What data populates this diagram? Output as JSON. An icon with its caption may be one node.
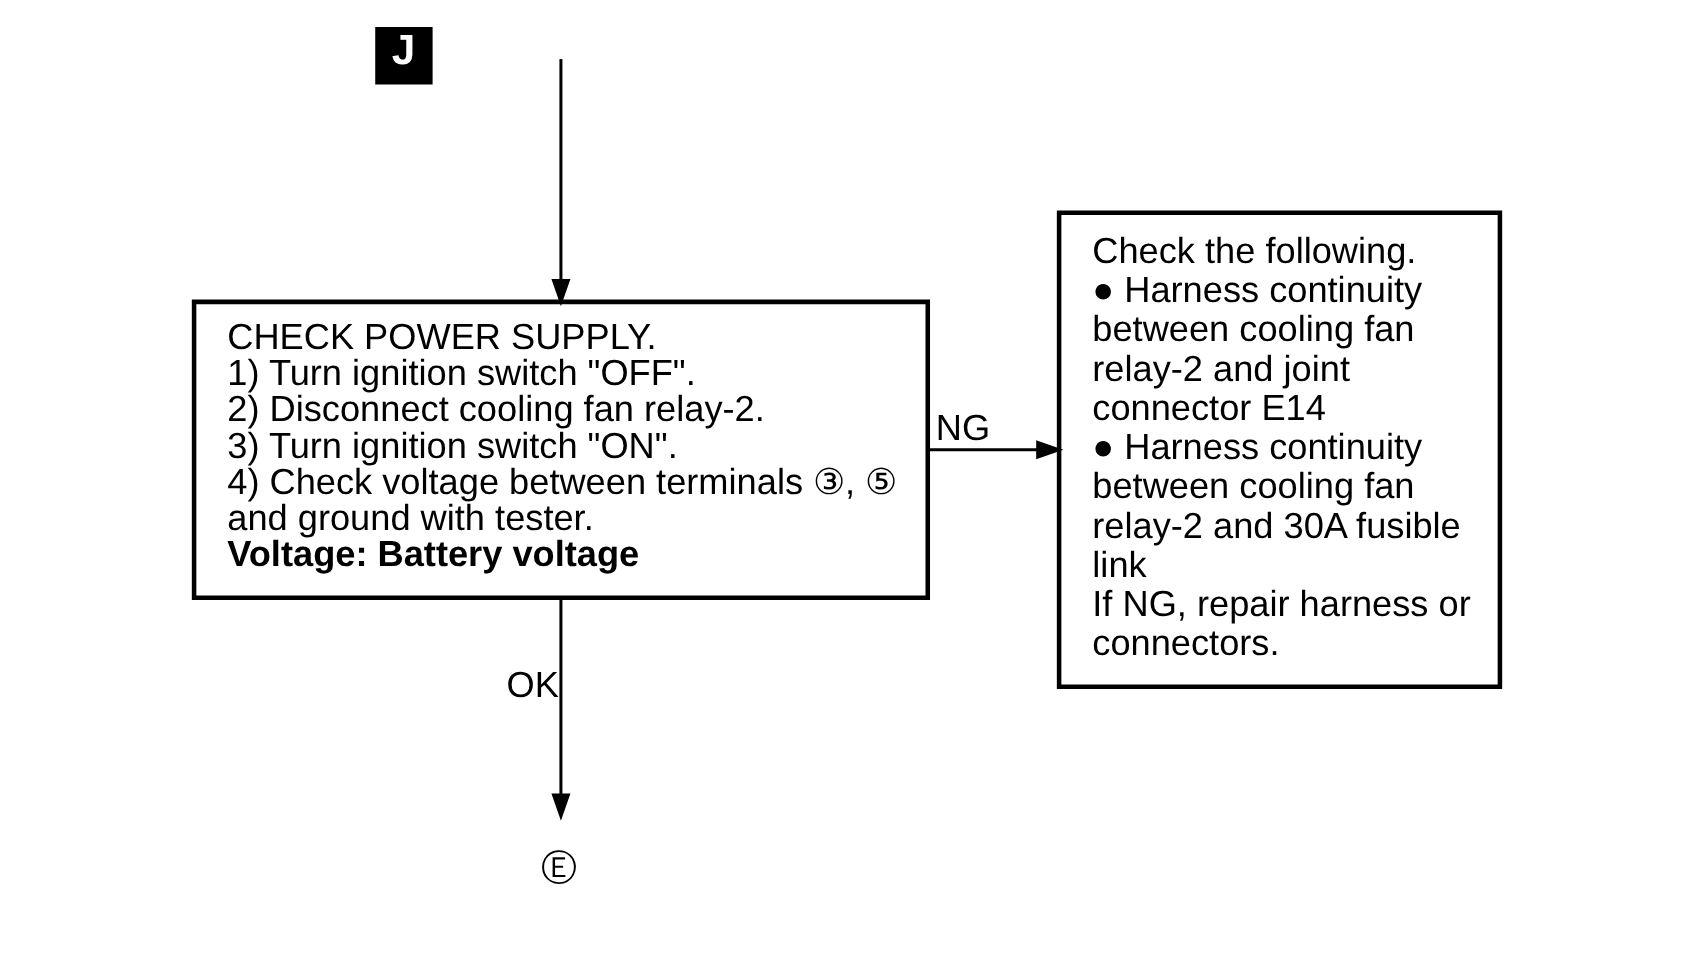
{
  "diagram": {
    "nodes": [
      {
        "text": [
          "CHECK POWER SUPPLY.",
          "1) Turn ignition switch \"OFF\".",
          "2) Disconnect cooling fan relay-2.",
          "3) Turn ignition switch \"ON\".",
          "4) Check voltage between terminals ③, ⑤ and ground with tester.",
          "Voltage: Battery voltage"
        ]
      },
      {
        "text": [
          "Check the following.",
          "● Harness continuity between cooling fan relay-2 and joint connector E14",
          "● Harness continuity between cooling fan relay-2 and 30A fusible link",
          "If NG, repair harness or connectors."
        ]
      },
      {
        "text": [
          "Ⓔ"
        ]
      }
    ],
    "edges": [
      {
        "from": null,
        "to": 0,
        "arrow": "to"
      },
      {
        "from": 0,
        "to": 1,
        "arrow": "to",
        "label": "NG"
      },
      {
        "from": 0,
        "to": 2,
        "arrow": "to",
        "label": "OK"
      }
    ],
    "labels": [
      "J"
    ]
  }
}
